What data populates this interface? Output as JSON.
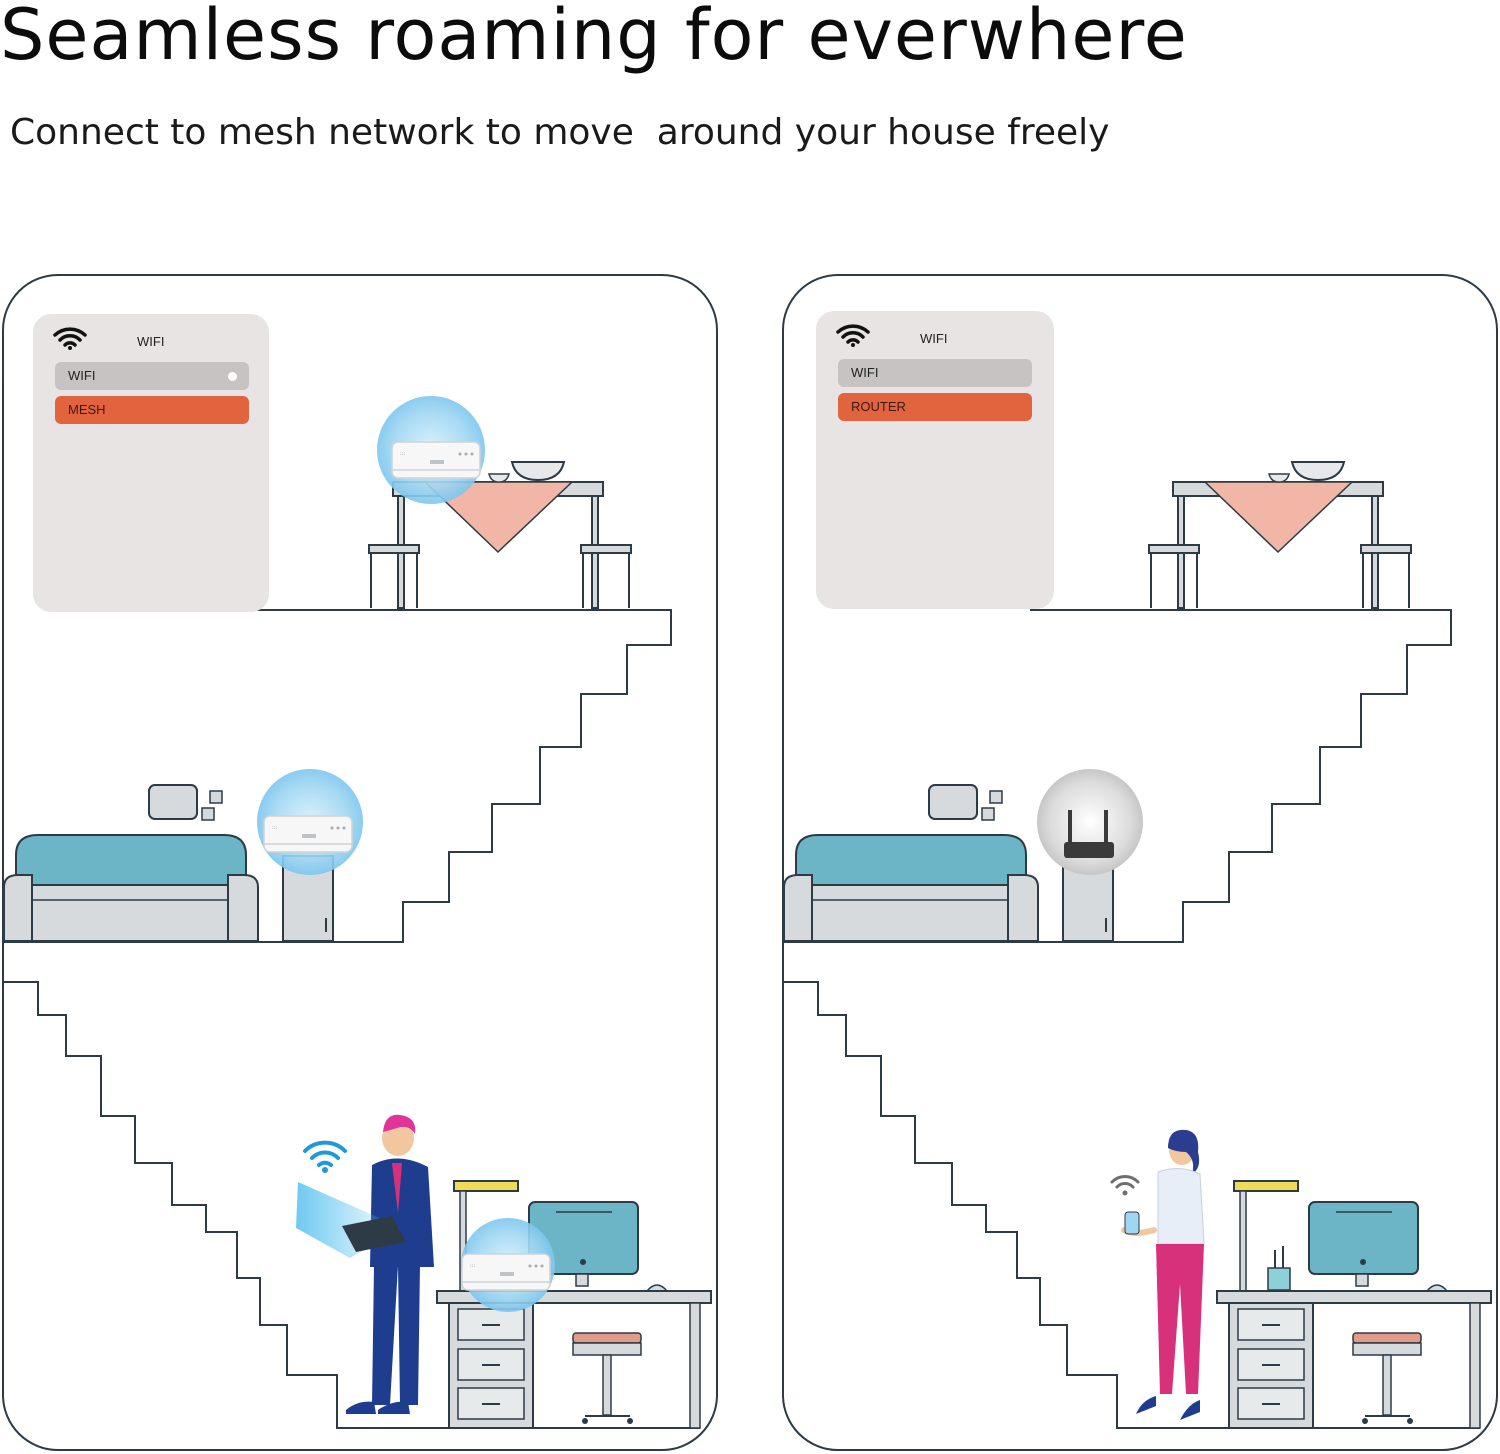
{
  "header": {
    "title": "Seamless roaming for everwhere",
    "subtitle": "Connect to mesh network to move  around your house freely"
  },
  "panels": [
    {
      "card_title": "WIFI",
      "option_1": "WIFI",
      "option_2": "MESH",
      "device": "mesh-node",
      "user": "man-with-laptop"
    },
    {
      "card_title": "WIFI",
      "option_1": "WIFI",
      "option_2": "ROUTER",
      "device": "router",
      "user": "woman-with-phone"
    }
  ],
  "colors": {
    "accent_orange": "#e2643f",
    "sofa_blue": "#6bb5c6",
    "mesh_glow": "#9fd6f2",
    "stroke": "#2d3b46"
  }
}
